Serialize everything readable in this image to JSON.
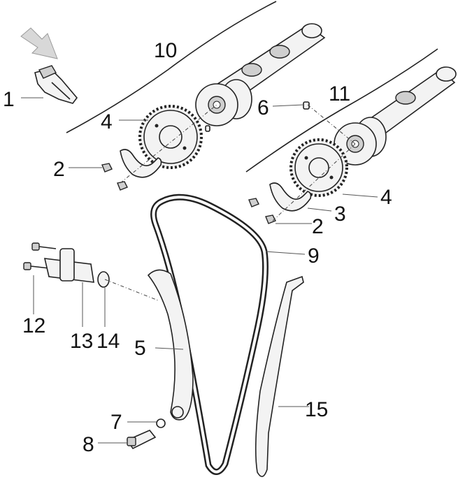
{
  "diagram": {
    "callouts": {
      "c1": "1",
      "c2a": "2",
      "c2b": "2",
      "c3": "3",
      "c4a": "4",
      "c4b": "4",
      "c5": "5",
      "c6": "6",
      "c7": "7",
      "c8": "8",
      "c9": "9",
      "c10": "10",
      "c11": "11",
      "c12": "12",
      "c13": "13",
      "c14": "14",
      "c15": "15"
    }
  }
}
